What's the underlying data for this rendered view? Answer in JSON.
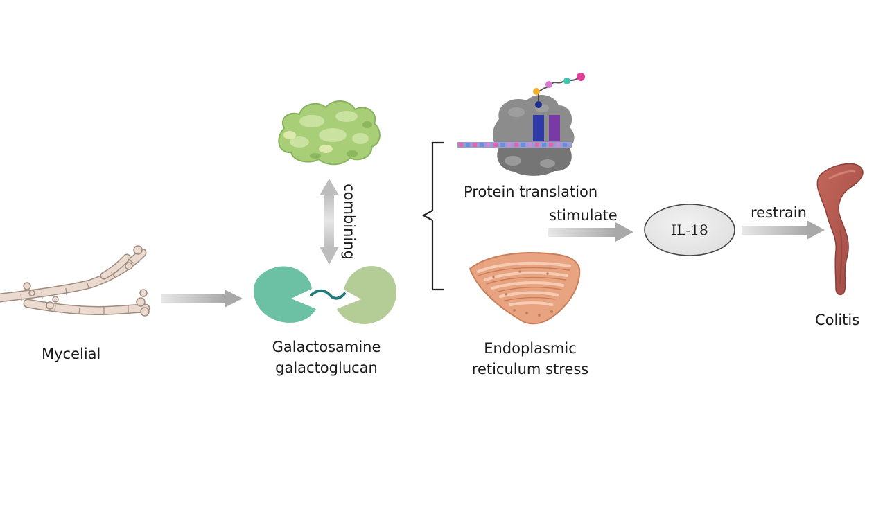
{
  "labels": {
    "mycelial": "Mycelial",
    "galactosamine_line1": "Galactosamine",
    "galactosamine_line2": "galactoglucan",
    "combining": "combining",
    "protein_translation": "Protein translation",
    "er_line1": "Endoplasmic",
    "er_line2": "reticulum stress",
    "stimulate": "stimulate",
    "il18": "IL-18",
    "restrain": "restrain",
    "colitis": "Colitis"
  },
  "colors": {
    "arrow": "#b5b5b5",
    "bracket": "#222222",
    "ellipse_fill": "#e6e6e6",
    "mycelium": "#e6d3c8",
    "receptor_left": "#6cc1a4",
    "receptor_right": "#b4cc96",
    "protein_green": "#a8cf78",
    "ribosome_gray": "#7e7e7e",
    "er_fill": "#e8a481",
    "colon": "#b1544c"
  }
}
